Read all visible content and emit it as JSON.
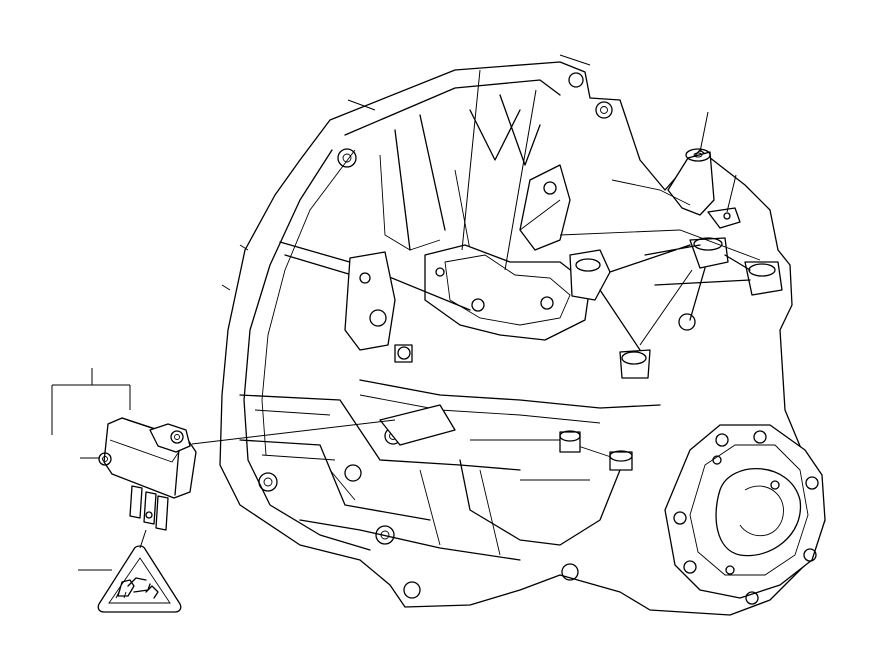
{
  "diagram": {
    "parts": [
      {
        "id": "gearbox-housing",
        "icon": "transmission-drawing"
      },
      {
        "id": "sensor-module",
        "icon": "sensor-drawing"
      },
      {
        "id": "warning-symbol",
        "icon": "warning-triangle-icon"
      }
    ],
    "colors": {
      "line": "#000000",
      "background": "#ffffff"
    }
  }
}
